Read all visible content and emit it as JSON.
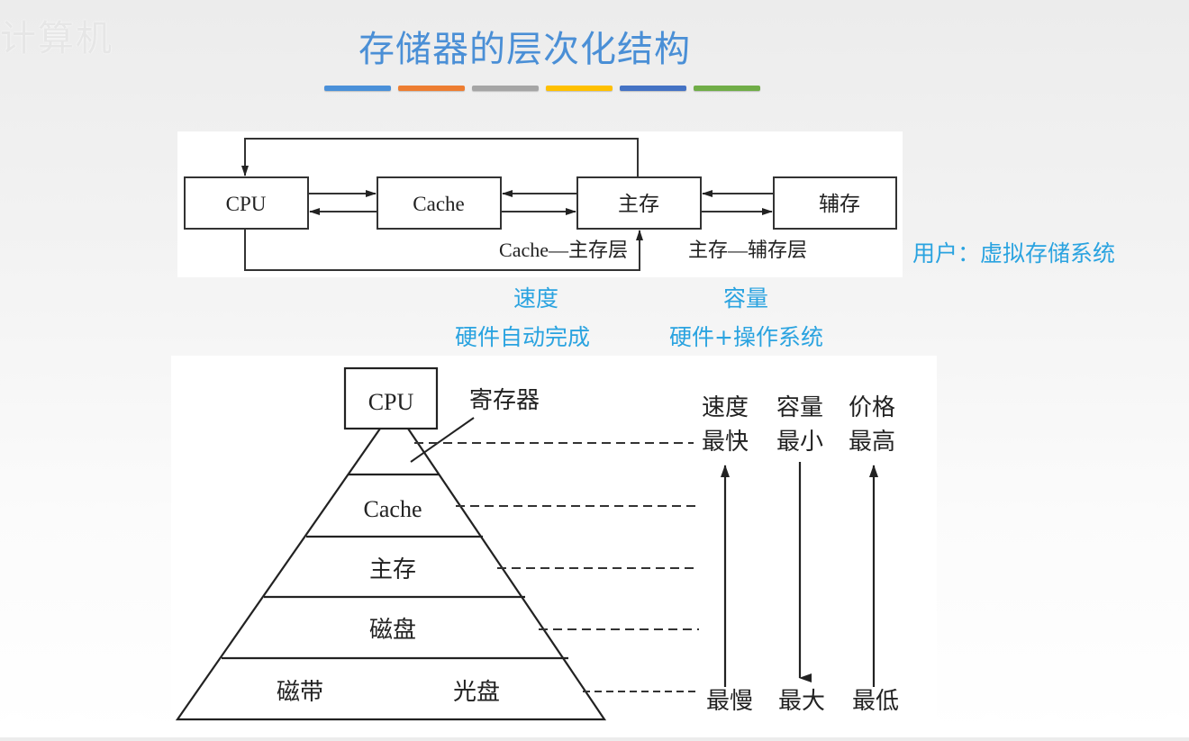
{
  "watermark": "计算机",
  "title": "存储器的层次化结构",
  "color_bars": [
    "#4a90d9",
    "#ed7d31",
    "#a5a5a5",
    "#ffc000",
    "#4472c4",
    "#70ad47"
  ],
  "top_diagram": {
    "boxes": {
      "cpu": "CPU",
      "cache": "Cache",
      "main": "主存",
      "aux": "辅存"
    },
    "layer_labels": {
      "cache_main": "Cache—主存层",
      "main_aux": "主存—辅存层"
    },
    "user_note": "用户：虚拟存储系统"
  },
  "notes": {
    "cache_main_goal": "速度",
    "cache_main_impl": "硬件自动完成",
    "main_aux_goal": "容量",
    "main_aux_impl": "硬件+操作系统"
  },
  "pyramid": {
    "cpu": "CPU",
    "register_label": "寄存器",
    "levels": [
      "Cache",
      "主存",
      "磁盘"
    ],
    "bottom_left": "磁带",
    "bottom_right": "光盘"
  },
  "metrics": [
    {
      "header": "速度",
      "top": "最快",
      "bottom": "最慢",
      "arrow": "up"
    },
    {
      "header": "容量",
      "top": "最小",
      "bottom": "最大",
      "arrow": "down"
    },
    {
      "header": "价格",
      "top": "最高",
      "bottom": "最低",
      "arrow": "up"
    }
  ]
}
